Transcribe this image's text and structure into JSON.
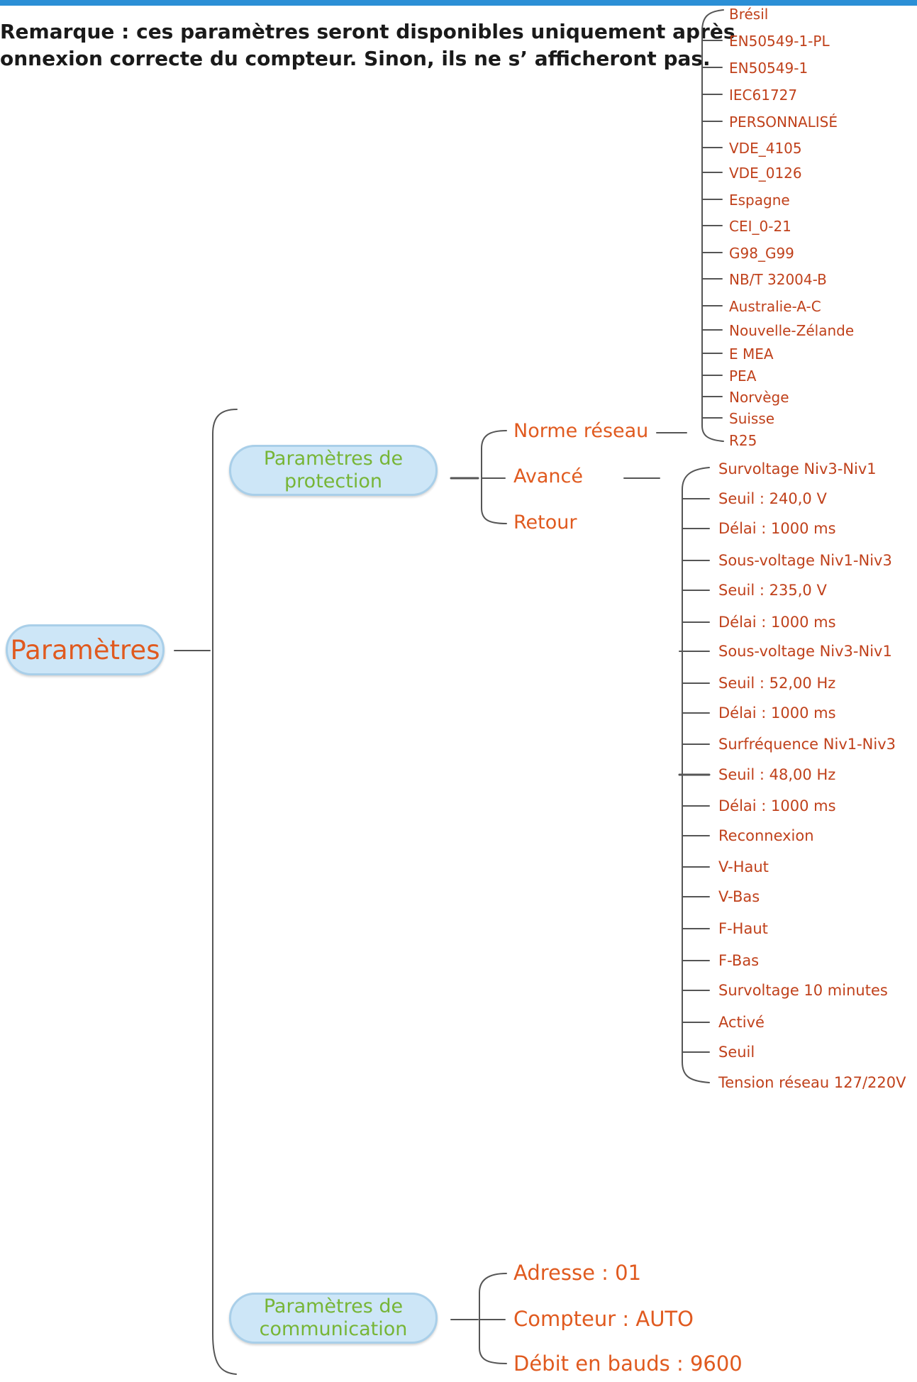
{
  "remark": {
    "line1": "Remarque : ces paramètres seront disponibles uniquement après",
    "line2": "onnexion correcte du compteur. Sinon, ils ne s’  afficheront pas."
  },
  "root": {
    "label": "Paramètres"
  },
  "protection": {
    "label": "Paramètres de protection",
    "label_line1": "Paramètres de",
    "label_line2": "protection",
    "children": [
      "Norme réseau",
      "Avancé",
      "Retour"
    ]
  },
  "grid_standards": [
    "Brésil",
    "EN50549-1-PL",
    "EN50549-1",
    "IEC61727",
    "PERSONNALISÉ",
    "VDE_4105",
    "VDE_0126",
    "Espagne",
    "CEI_0-21",
    "G98_G99",
    "NB/T 32004-B",
    "Australie-A-C",
    "Nouvelle-Zélande",
    "E MEA",
    "PEA",
    "Norvège",
    "Suisse",
    "R25"
  ],
  "advanced_settings": [
    "Survoltage Niv3-Niv1",
    "Seuil : 240,0 V",
    "Délai : 1000 ms",
    "Sous-voltage Niv1-Niv3",
    "Seuil : 235,0 V",
    "Délai : 1000 ms",
    "Sous-voltage Niv3-Niv1",
    "Seuil : 52,00 Hz",
    "Délai : 1000 ms",
    "Surfréquence Niv1-Niv3",
    "Seuil : 48,00 Hz",
    "Délai : 1000 ms",
    "Reconnexion",
    "V-Haut",
    "V-Bas",
    "F-Haut",
    "F-Bas",
    "Survoltage 10 minutes",
    "Activé",
    "Seuil",
    "Tension réseau 127/220V"
  ],
  "communication": {
    "label": "Paramètres de communication",
    "label_line1": "Paramètres de",
    "label_line2": "communication",
    "children": [
      "Adresse : 01",
      "Compteur : AUTO",
      "Débit en bauds : 9600"
    ]
  },
  "colors": {
    "node_fill": "#cde6f7",
    "node_border": "#a9cfe9",
    "root_text": "#e05a1f",
    "level1_text": "#77b537",
    "leaf_text": "#c0411b",
    "top_bar": "#2b8fd6"
  }
}
